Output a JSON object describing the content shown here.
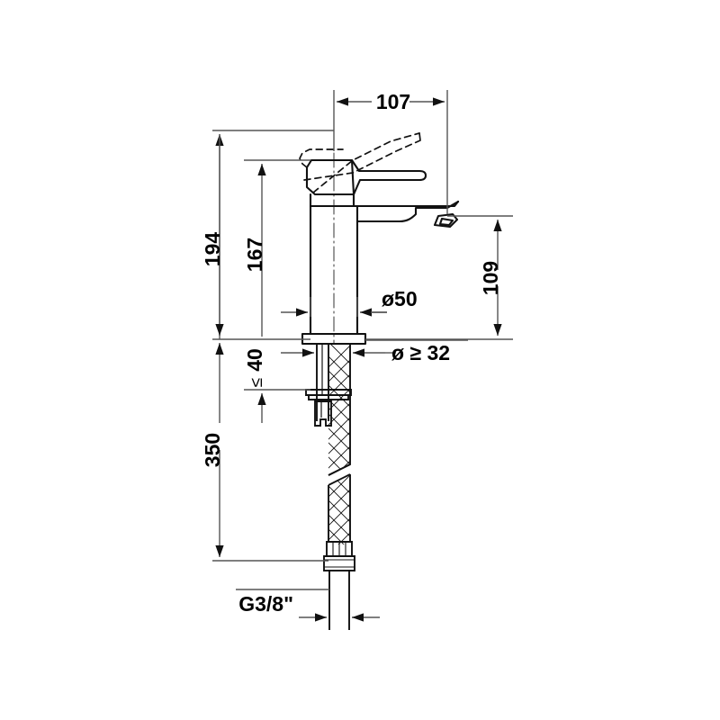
{
  "drawing": {
    "title": "Single lever basin mixer dimensional drawing",
    "units": "mm",
    "line_color": "#1a1a1a",
    "dim_line_color": "#555555",
    "background": "#ffffff"
  },
  "dimensions": {
    "spout_reach": {
      "label": "107",
      "name": "spout-projection",
      "orientation": "horizontal"
    },
    "total_height": {
      "label": "194",
      "name": "overall-height-lever-up",
      "orientation": "vertical"
    },
    "body_height": {
      "label": "167",
      "name": "body-height",
      "orientation": "vertical"
    },
    "spout_height": {
      "label": "109",
      "name": "spout-outlet-height",
      "orientation": "vertical"
    },
    "body_diameter": {
      "label": "ø50",
      "name": "body-diameter",
      "orientation": "horizontal"
    },
    "hole_diameter": {
      "label": "ø ≥ 32",
      "name": "tap-hole-diameter",
      "orientation": "horizontal"
    },
    "deck_thickness": {
      "label": "40",
      "prefix": "≤",
      "name": "max-deck-thickness",
      "orientation": "vertical"
    },
    "hose_length": {
      "label": "350",
      "name": "flexible-hose-length",
      "orientation": "vertical"
    },
    "thread_size": {
      "label": "G3/8\"",
      "name": "connection-thread-size",
      "orientation": "horizontal"
    }
  }
}
